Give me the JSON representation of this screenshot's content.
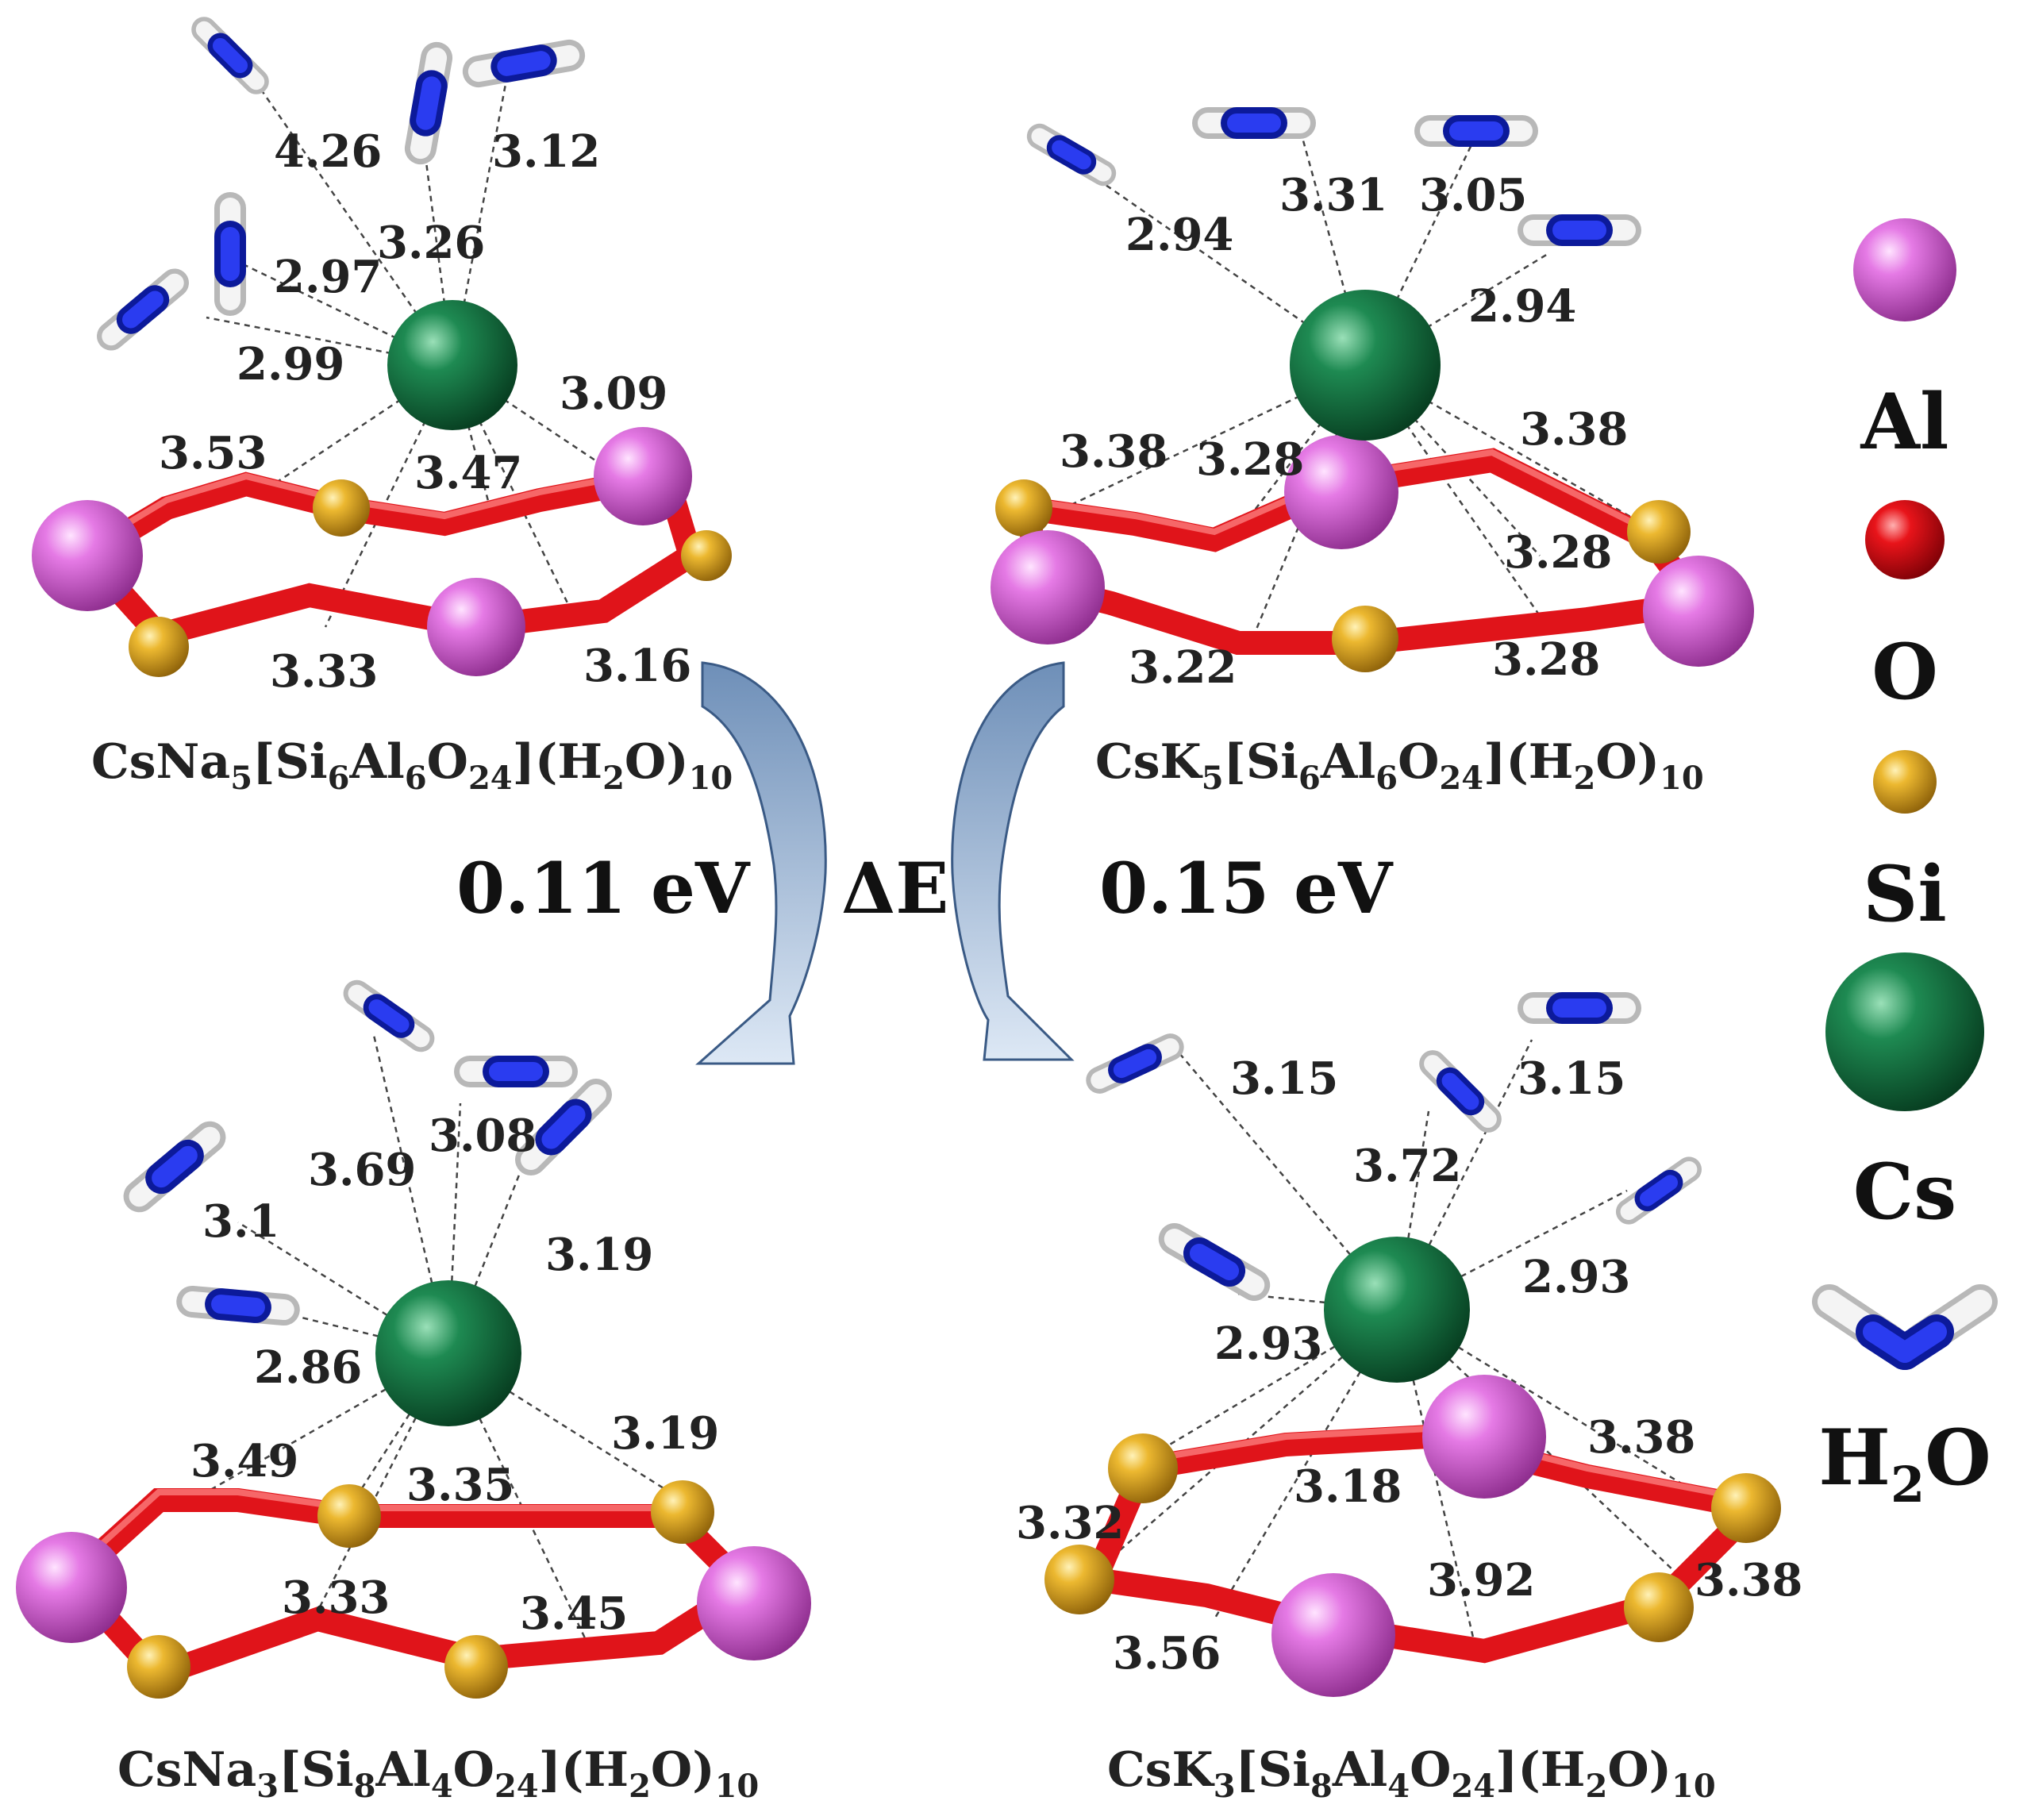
{
  "panels": [
    {
      "id": "top-left",
      "formula": {
        "main": "CsNa",
        "s1": "5",
        "b1": "[Si",
        "s2": "6",
        "b2": "Al",
        "s3": "6",
        "b3": "O",
        "s4": "24",
        "b4": "](H",
        "s5": "2",
        "b5": "O)",
        "s6": "10"
      },
      "distances": [
        "4.26",
        "3.12",
        "3.26",
        "2.97",
        "2.99",
        "3.09",
        "3.53",
        "3.47",
        "3.33",
        "3.16"
      ]
    },
    {
      "id": "top-right",
      "formula": {
        "main": "CsK",
        "s1": "5",
        "b1": "[Si",
        "s2": "6",
        "b2": "Al",
        "s3": "6",
        "b3": "O",
        "s4": "24",
        "b4": "](H",
        "s5": "2",
        "b5": "O)",
        "s6": "10"
      },
      "distances": [
        "3.31",
        "3.05",
        "2.94",
        "2.94",
        "3.38",
        "3.28",
        "3.38",
        "3.28",
        "3.22",
        "3.28"
      ]
    },
    {
      "id": "bottom-left",
      "formula": {
        "main": "CsNa",
        "s1": "3",
        "b1": "[Si",
        "s2": "8",
        "b2": "Al",
        "s3": "4",
        "b3": "O",
        "s4": "24",
        "b4": "](H",
        "s5": "2",
        "b5": "O)",
        "s6": "10"
      },
      "distances": [
        "3.08",
        "3.69",
        "3.1",
        "3.19",
        "2.86",
        "3.49",
        "3.35",
        "3.19",
        "3.33",
        "3.45"
      ]
    },
    {
      "id": "bottom-right",
      "formula": {
        "main": "CsK",
        "s1": "3",
        "b1": "[Si",
        "s2": "8",
        "b2": "Al",
        "s3": "4",
        "b3": "O",
        "s4": "24",
        "b4": "](H",
        "s5": "2",
        "b5": "O)",
        "s6": "10"
      },
      "distances": [
        "3.15",
        "3.15",
        "3.72",
        "2.93",
        "2.93",
        "3.38",
        "3.18",
        "3.32",
        "3.92",
        "3.38",
        "3.56"
      ]
    }
  ],
  "energy": {
    "delta_label": "ΔE",
    "left_value": "0.11 eV",
    "right_value": "0.15 eV"
  },
  "legend": {
    "items": [
      {
        "label": "Al",
        "color": "#e070e0"
      },
      {
        "label": "O",
        "color": "#e0141a"
      },
      {
        "label": "Si",
        "color": "#eab830"
      },
      {
        "label": "Cs",
        "color": "#1a7a4a"
      }
    ],
    "water": {
      "main": "H",
      "sub": "2",
      "tail": "O"
    }
  },
  "colors": {
    "Al": "#e070e0",
    "O": "#e0141a",
    "Si": "#eab830",
    "Cs": "#1a7a4a",
    "water_O": "#1a28e0",
    "water_H": "#f0f0f0",
    "arrow": "#6e8fb8"
  }
}
